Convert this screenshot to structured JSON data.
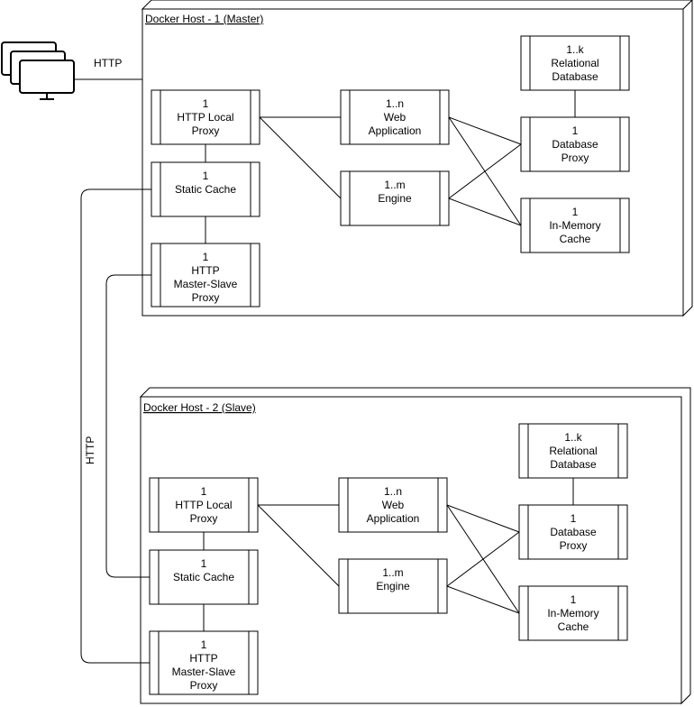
{
  "client": {
    "icon": "monitor-stack-icon"
  },
  "connections": {
    "client_http_label": "HTTP",
    "replication_http_label": "HTTP"
  },
  "hosts": [
    {
      "title": "Docker Host - 1 (Master)",
      "components": {
        "http_local_proxy": [
          "1",
          "HTTP Local",
          "Proxy"
        ],
        "static_cache": [
          "1",
          "Static Cache"
        ],
        "master_slave_proxy": [
          "1",
          "HTTP",
          "Master-Slave",
          "Proxy"
        ],
        "web_application": [
          "1..n",
          "Web",
          "Application"
        ],
        "engine": [
          "1..m",
          "Engine"
        ],
        "relational_database": [
          "1..k",
          "Relational",
          "Database"
        ],
        "database_proxy": [
          "1",
          "Database",
          "Proxy"
        ],
        "in_memory_cache": [
          "1",
          "In-Memory",
          "Cache"
        ]
      }
    },
    {
      "title": "Docker Host - 2 (Slave)",
      "components": {
        "http_local_proxy": [
          "1",
          "HTTP Local",
          "Proxy"
        ],
        "static_cache": [
          "1",
          "Static Cache"
        ],
        "master_slave_proxy": [
          "1",
          "HTTP",
          "Master-Slave",
          "Proxy"
        ],
        "web_application": [
          "1..n",
          "Web",
          "Application"
        ],
        "engine": [
          "1..m",
          "Engine"
        ],
        "relational_database": [
          "1..k",
          "Relational",
          "Database"
        ],
        "database_proxy": [
          "1",
          "Database",
          "Proxy"
        ],
        "in_memory_cache": [
          "1",
          "In-Memory",
          "Cache"
        ]
      }
    }
  ]
}
